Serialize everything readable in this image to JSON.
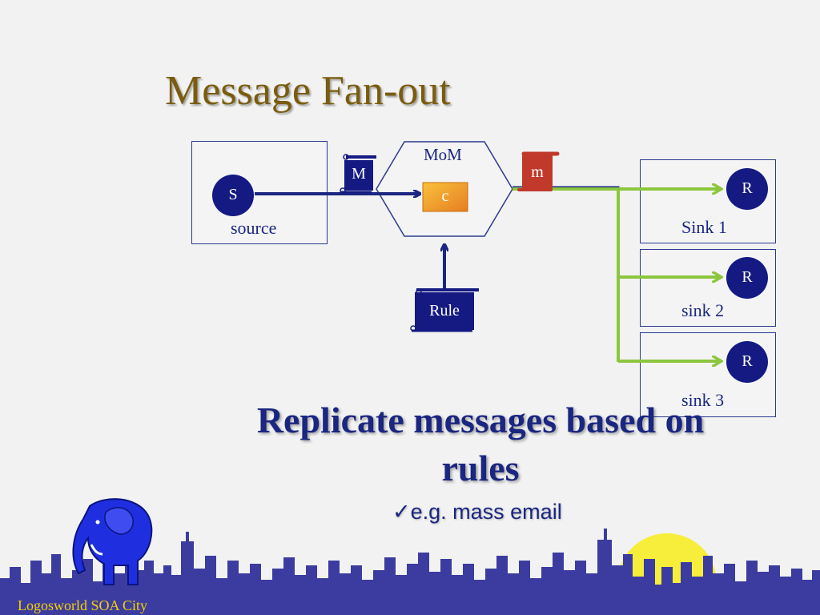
{
  "title": "Message Fan-out",
  "diagram": {
    "source": {
      "node": "S",
      "label": "source"
    },
    "message_in": "M",
    "mom": {
      "label": "MoM",
      "channel": "c"
    },
    "message_out": "m",
    "rule": "Rule",
    "sinks": [
      {
        "node": "R",
        "label": "Sink 1"
      },
      {
        "node": "R",
        "label": "sink 2"
      },
      {
        "node": "R",
        "label": "sink 3"
      }
    ]
  },
  "heading_lines": [
    "Replicate messages based on",
    "rules"
  ],
  "bullet": {
    "check": "✓",
    "text": "e.g. mass email"
  },
  "footer": {
    "label": "Logosworld SOA City"
  },
  "colors": {
    "title": "#7a5c0e",
    "navy": "#1a2680",
    "green_arrow": "#8cc63f",
    "scroll_red": "#c0392b",
    "channel_orange": "#f39c12",
    "skyline": "#3c3ca0",
    "moon": "#f6ee3a",
    "footer_text": "#f4d000"
  },
  "icons": [
    "elephant-logo",
    "city-skyline",
    "moon",
    "scroll-icon",
    "check-icon"
  ]
}
